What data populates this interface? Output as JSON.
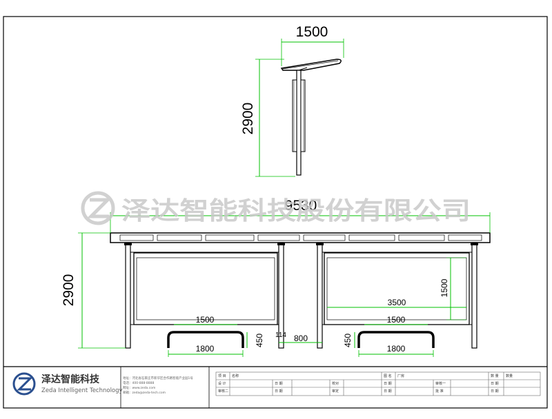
{
  "side_view": {
    "width_dim": "1500",
    "height_dim": "2900"
  },
  "front_view": {
    "total_length_dim": "9530",
    "height_dim": "2900",
    "panel_height_dim": "1500",
    "panel_width_dim": "3500",
    "bench_length_top_left": "1500",
    "bench_length_bottom_left": "1800",
    "bench_height_left": "450",
    "post_dim": "114",
    "gap_dim": "800",
    "bench_height_right": "450",
    "bench_length_top_right": "1500",
    "bench_length_bottom_right": "1800"
  },
  "watermark": {
    "company": "泽达智能科技股份有限公司"
  },
  "title_block": {
    "logo_cn": "泽达智能科技",
    "logo_en": "Zeda Intelligent Technology",
    "contact_lines": [
      "地址：河北省石家庄市新华区合作路智能产业园1号",
      "电话：400-888-8888",
      "网址：www.zeda.com",
      "邮箱：zeda@zeda-tech.com"
    ],
    "cells": {
      "project_label": "项 目",
      "name_label": "名称",
      "drawing_label": "图 名",
      "drawing_value": "厂房",
      "qty_label": "数 量",
      "qty_value": "数量",
      "design_label": "设 计",
      "date1_label": "日 期",
      "check_label": "校对",
      "date2_label": "日 期",
      "review_label": "审核一",
      "date3_label": "日 期",
      "review2_label": "审核二",
      "date4_label": "日 期",
      "audit_label": "审定",
      "date5_label": "日 期",
      "approve_label": "批 准",
      "date6_label": "日 期"
    }
  },
  "colors": {
    "dimension_line": "#00c000",
    "structure_line": "#000000",
    "watermark": "#c9c9c9"
  }
}
